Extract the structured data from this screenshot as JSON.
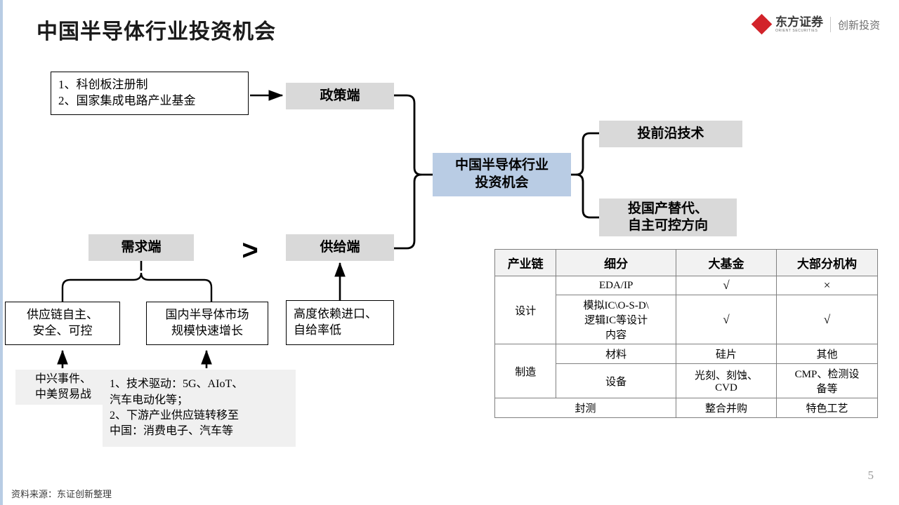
{
  "slide": {
    "title": "中国半导体行业投资机会",
    "page_number": "5",
    "source_note": "资料来源：东证创新整理",
    "accent_color": "#b9cce4",
    "box_gray": "#d9d9d9",
    "logo_red": "#d2232a"
  },
  "logo": {
    "brand_cn": "东方证券",
    "brand_en": "ORIENT SECURITIES",
    "sub_brand": "创新投资"
  },
  "diagram": {
    "policy_inputs": {
      "line1": "1、科创板注册制",
      "line2": "2、国家集成电路产业基金"
    },
    "policy_node": "政策端",
    "center_node_line1": "中国半导体行业",
    "center_node_line2": "投资机会",
    "right_nodes": [
      {
        "label": "投前沿技术"
      },
      {
        "label_line1": "投国产替代、",
        "label_line2": "自主可控方向"
      }
    ],
    "demand_node": "需求端",
    "supply_node": "供给端",
    "comparison_symbol": ">",
    "demand_children": [
      {
        "line1": "供应链自主、",
        "line2": "安全、可控"
      },
      {
        "line1": "国内半导体市场",
        "line2": "规模快速增长"
      }
    ],
    "supply_children": [
      {
        "line1": "高度依赖进口、",
        "line2": "自给率低"
      }
    ],
    "demand_leaf_1": {
      "line1": "中兴事件、",
      "line2": "中美贸易战"
    },
    "demand_leaf_2": {
      "line1": "1、技术驱动：5G、AIoT、",
      "line2": "汽车电动化等；",
      "line3": "2、下游产业供应链转移至",
      "line4": "中国：消费电子、汽车等"
    }
  },
  "chain_table": {
    "headers": [
      "产业链",
      "细分",
      "大基金",
      "大部分机构"
    ],
    "rows": [
      {
        "chain": "设计",
        "chain_rowspan": 2,
        "segment": "EDA/IP",
        "big_fund": "√",
        "most_institutions": "×"
      },
      {
        "segment": "模拟IC\\O-S-D\\逻辑IC等设计内容",
        "segment_lines": [
          "模拟IC\\O-S-D\\",
          "逻辑IC等设计",
          "内容"
        ],
        "big_fund": "√",
        "most_institutions": "√"
      },
      {
        "chain": "制造",
        "chain_rowspan": 2,
        "segment": "材料",
        "big_fund": "硅片",
        "most_institutions": "其他"
      },
      {
        "segment": "设备",
        "big_fund": "光刻、刻蚀、CVD",
        "big_fund_lines": [
          "光刻、刻蚀、",
          "CVD"
        ],
        "most_institutions": "CMP、检测设备等",
        "most_institutions_lines": [
          "CMP、检测设",
          "备等"
        ]
      },
      {
        "chain": "封测",
        "chain_colspan": 2,
        "big_fund": "整合并购",
        "most_institutions": "特色工艺"
      }
    ]
  }
}
